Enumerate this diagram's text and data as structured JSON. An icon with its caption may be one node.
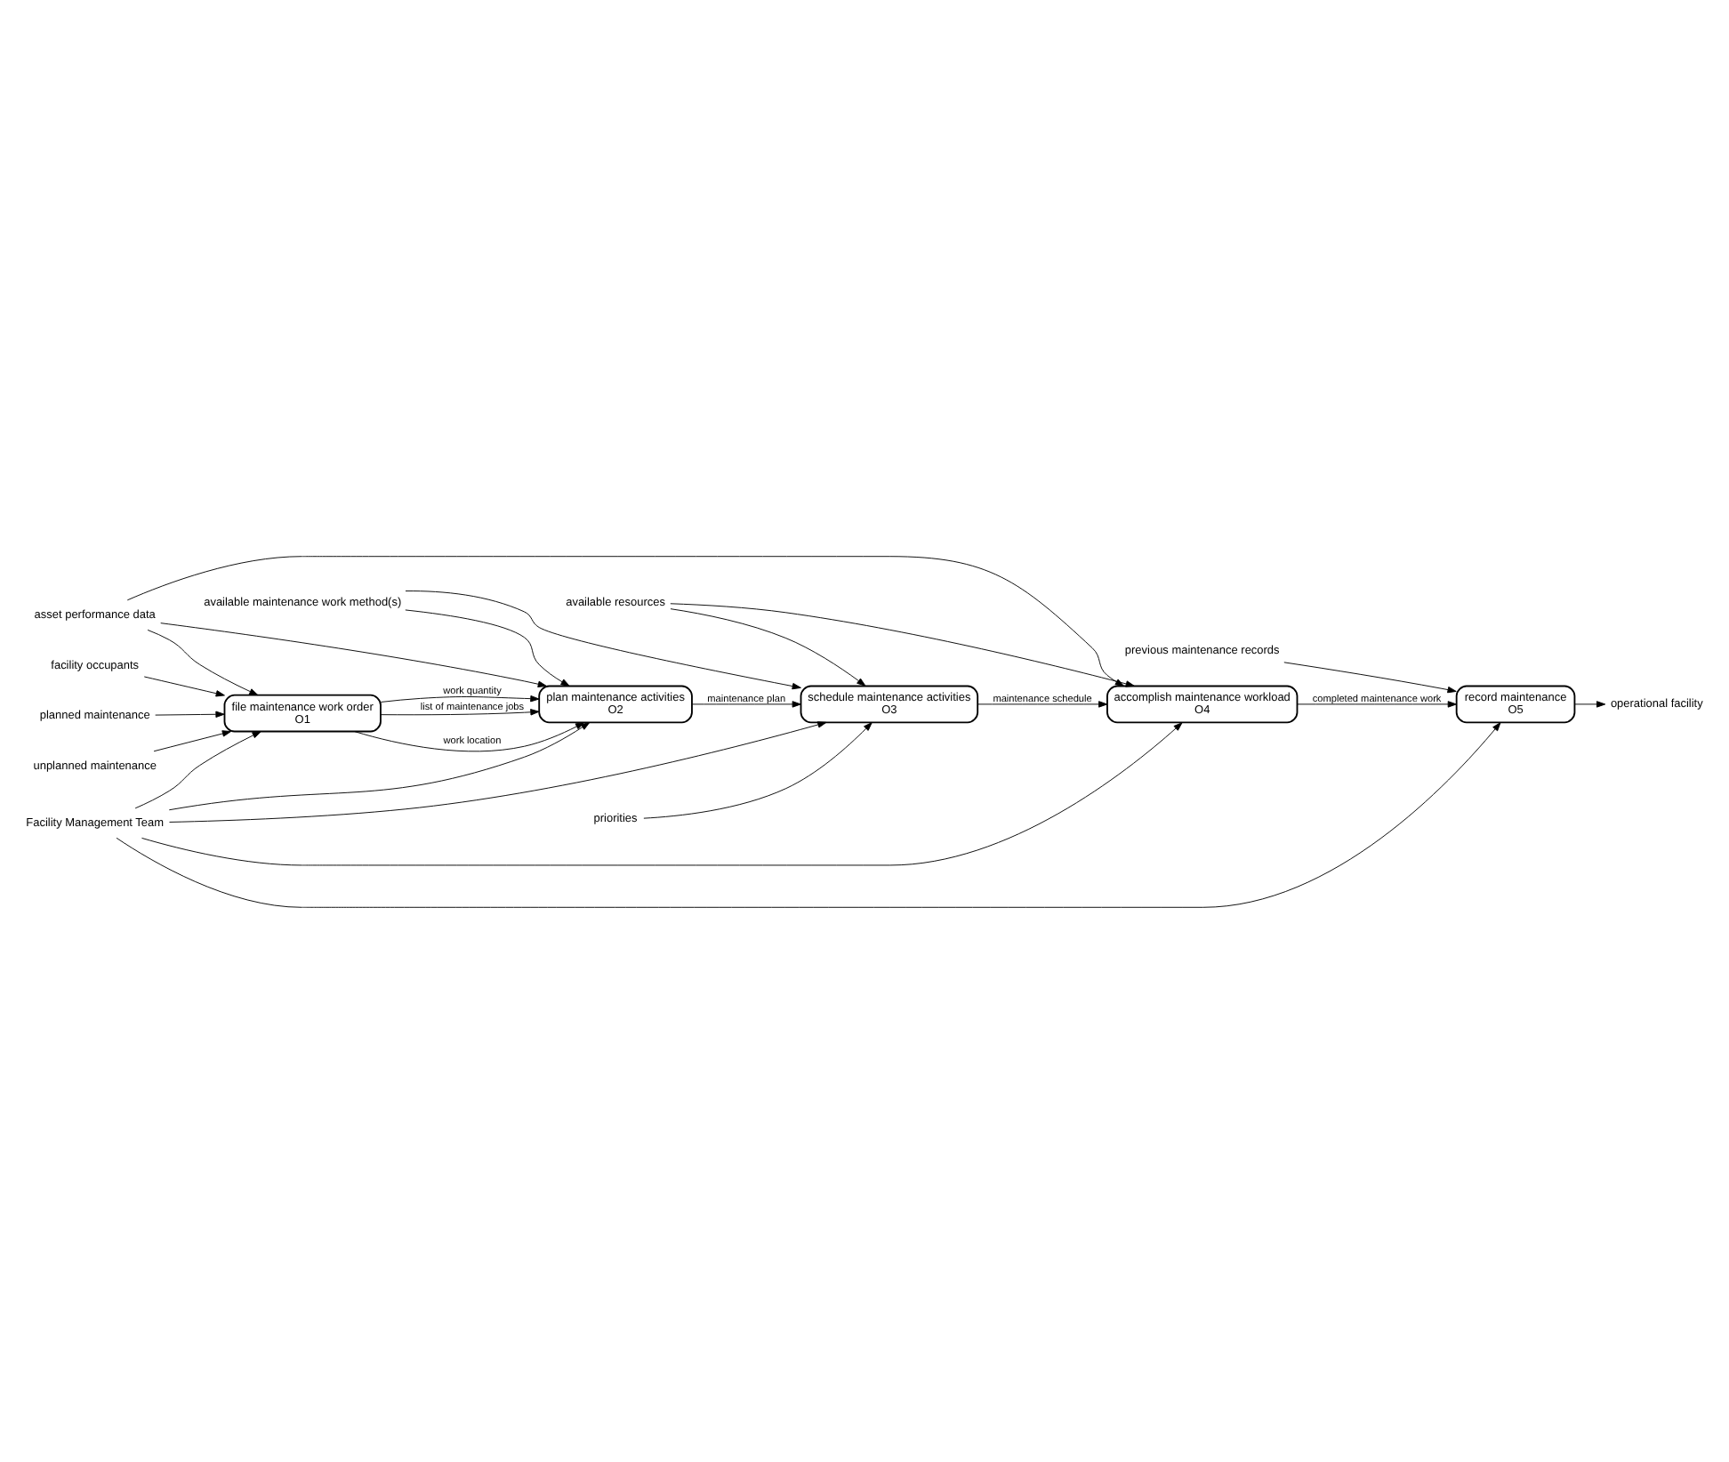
{
  "diagram": {
    "nodes": [
      {
        "text": [
          "file maintenance work order",
          "O1"
        ]
      },
      {
        "text": [
          "plan maintenance activities",
          "O2"
        ]
      },
      {
        "text": [
          "schedule maintenance activities",
          "O3"
        ]
      },
      {
        "text": [
          "accomplish maintenance workload",
          "O4"
        ]
      },
      {
        "text": [
          "record maintenance",
          "O5"
        ]
      },
      {
        "text": [
          "asset performance data"
        ]
      },
      {
        "text": [
          "planned maintenance"
        ]
      },
      {
        "text": [
          "unplanned maintenance"
        ]
      },
      {
        "text": [
          "available maintenance work method(s)"
        ]
      },
      {
        "text": [
          "priorities"
        ]
      },
      {
        "text": [
          "available resources"
        ]
      },
      {
        "text": [
          "previous maintenance records"
        ]
      },
      {
        "text": [
          "operational facility"
        ]
      },
      {
        "text": [
          "facility occupants"
        ]
      },
      {
        "text": [
          "Facility Management Team"
        ]
      }
    ],
    "edges": [
      {
        "from": 5,
        "to": 0,
        "arrow": "to"
      },
      {
        "from": 5,
        "to": 1,
        "arrow": "to"
      },
      {
        "from": 5,
        "to": 3,
        "arrow": "to"
      },
      {
        "from": 6,
        "to": 0,
        "arrow": "to"
      },
      {
        "from": 7,
        "to": 0,
        "arrow": "to"
      },
      {
        "from": 0,
        "to": 1,
        "arrow": "to",
        "label": "work location"
      },
      {
        "from": 0,
        "to": 1,
        "arrow": "to",
        "label": "work quantity"
      },
      {
        "from": 0,
        "to": 1,
        "arrow": "to",
        "label": "list of maintenance jobs"
      },
      {
        "from": 8,
        "to": 1,
        "arrow": "to"
      },
      {
        "from": 8,
        "to": 2,
        "arrow": "to"
      },
      {
        "from": 9,
        "to": 2,
        "arrow": "to"
      },
      {
        "from": 10,
        "to": 2,
        "arrow": "to"
      },
      {
        "from": 10,
        "to": 3,
        "arrow": "to"
      },
      {
        "from": 1,
        "to": 2,
        "arrow": "to",
        "label": "maintenance plan"
      },
      {
        "from": 2,
        "to": 3,
        "arrow": "to",
        "label": "maintenance schedule"
      },
      {
        "from": 3,
        "to": 4,
        "arrow": "to",
        "label": "completed maintenance work"
      },
      {
        "from": 11,
        "to": 4,
        "arrow": "to"
      },
      {
        "from": 4,
        "to": 12,
        "arrow": "to"
      },
      {
        "from": 13,
        "to": 0,
        "arrow": "to"
      },
      {
        "from": 14,
        "to": 0,
        "arrow": "to"
      },
      {
        "from": 14,
        "to": 1,
        "arrow": "to"
      },
      {
        "from": 14,
        "to": 2,
        "arrow": "to"
      },
      {
        "from": 14,
        "to": 3,
        "arrow": "to"
      },
      {
        "from": 14,
        "to": 4,
        "arrow": "to"
      }
    ]
  }
}
